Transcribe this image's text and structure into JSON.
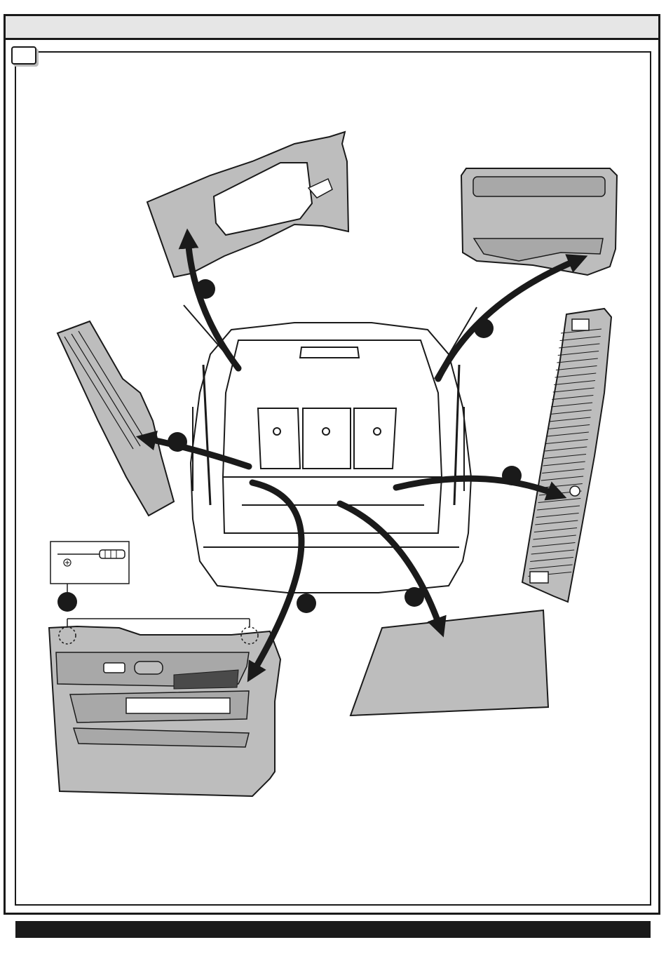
{
  "document": {
    "header": {
      "title": ""
    },
    "step": {
      "number": ""
    },
    "footer": {
      "text": ""
    }
  },
  "callouts": [
    {
      "id": "pillar-trim",
      "label": ""
    },
    {
      "id": "parcel-shelf",
      "label": ""
    },
    {
      "id": "left-sill-trim",
      "label": ""
    },
    {
      "id": "sill-plate",
      "label": ""
    },
    {
      "id": "side-trim-panel",
      "label": ""
    },
    {
      "id": "floor-panel",
      "label": ""
    },
    {
      "id": "screw-detail",
      "label": ""
    }
  ],
  "tool": {
    "icon": "phillips-screwdriver-icon"
  },
  "colors": {
    "line": "#1a1a1a",
    "panel_fill": "#bdbdbd",
    "header_fill": "#e6e6e6"
  }
}
